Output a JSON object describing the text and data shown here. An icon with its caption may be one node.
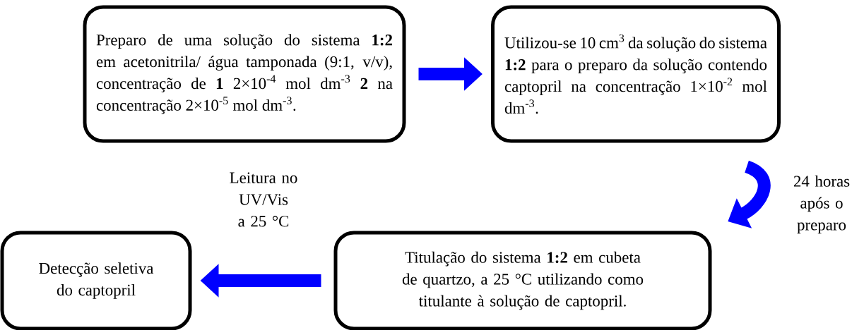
{
  "diagram": {
    "nodes": [
      {
        "text": [
          "Preparo de uma solução do sistema **1:2** em acetonitrila/ água tamponada (9:1, v/v), concentração de **1** 2×10$^{-4}$ mol dm$^{-3}$ **2** na concentração 2×10$^{-5}$ mol dm$^{-3}$."
        ]
      },
      {
        "text": [
          "Utilizou-se 10 cm$^{3}$ da solução do sistema **1:2** para o preparo da solução contendo captopril na concentração 1×10$^{-2}$ mol dm$^{-3}$."
        ]
      },
      {
        "text": [
          "Titulação do sistema **1:2** em cubeta de quartzo, a 25 °C utilizando como titulante à solução de captopril."
        ]
      },
      {
        "text": [
          "Detecção seletiva do captopril"
        ]
      }
    ],
    "edges": [
      {
        "from": 0,
        "to": 1,
        "arrow": "to",
        "color": "#0000ff"
      },
      {
        "from": 1,
        "to": 2,
        "arrow": "to",
        "label": "24 horas após o preparo",
        "color": "#0000ff"
      },
      {
        "from": 2,
        "to": 3,
        "arrow": "to",
        "label": "Leitura no UV/Vis a 25 °C",
        "color": "#0000ff"
      }
    ]
  }
}
